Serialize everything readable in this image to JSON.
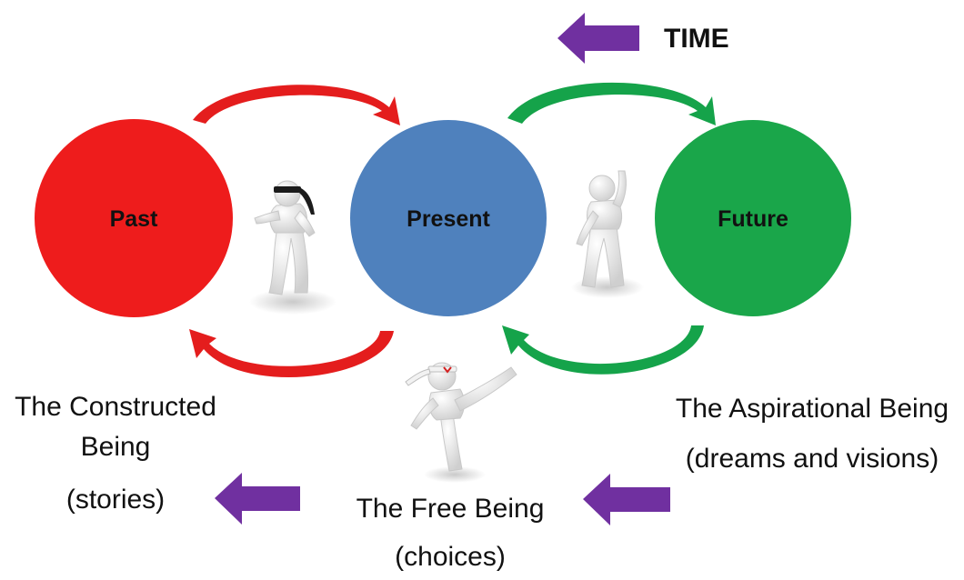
{
  "diagram": {
    "time_label": "TIME",
    "nodes": {
      "past": {
        "label": "Past",
        "color": "#ee1c1c"
      },
      "present": {
        "label": "Present",
        "color": "#4f81bd"
      },
      "future": {
        "label": "Future",
        "color": "#1aa64a"
      }
    },
    "captions": {
      "constructed": {
        "line1": "The Constructed",
        "line2": "Being",
        "line3": "(stories)"
      },
      "free": {
        "line1": "The Free Being",
        "line2": "(choices)"
      },
      "aspirational": {
        "line1": "The Aspirational Being",
        "line2": "(dreams and visions)"
      }
    },
    "arrow_color": "#7030a0",
    "past_arc_color": "#e41d1d",
    "future_arc_color": "#15a34a"
  }
}
